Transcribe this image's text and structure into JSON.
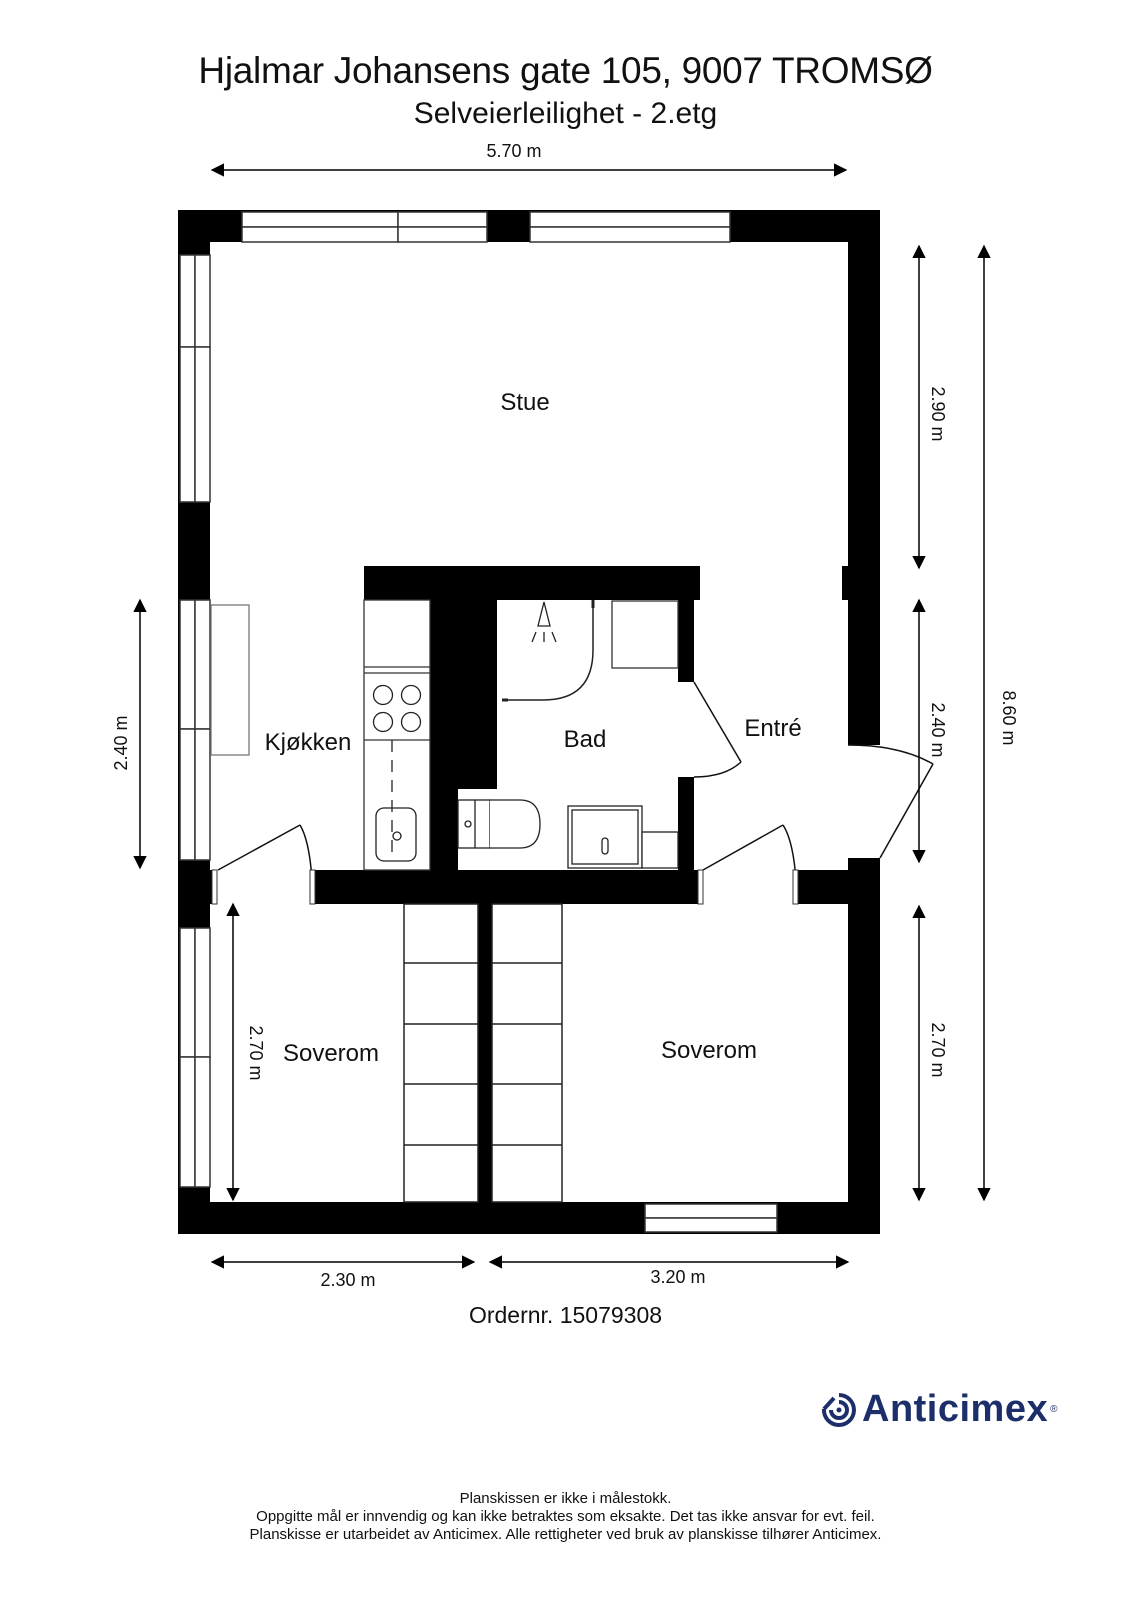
{
  "header": {
    "address": "Hjalmar Johansens gate 105, 9007 TROMSØ",
    "subtitle": "Selveierleilighet - 2.etg"
  },
  "rooms": {
    "stue": "Stue",
    "kjokken": "Kjøkken",
    "bad": "Bad",
    "entre": "Entré",
    "soverom_left": "Soverom",
    "soverom_right": "Soverom"
  },
  "dimensions": {
    "top_width": "5.70 m",
    "right_stue": "2.90 m",
    "right_entre": "2.40 m",
    "right_soverom": "2.70 m",
    "right_total": "8.60 m",
    "left_kjokken": "2.40 m",
    "left_soverom_height": "2.70 m",
    "bottom_left": "2.30 m",
    "bottom_right": "3.20 m"
  },
  "footer": {
    "order_number": "Ordernr. 15079308",
    "logo_text": "Anticimex",
    "logo_registered": "®",
    "disclaimer_line1": "Planskissen er ikke i målestokk.",
    "disclaimer_line2": "Oppgitte mål er innvendig og kan ikke betraktes som eksakte. Det tas ikke ansvar for evt. feil.",
    "disclaimer_line3": "Planskisse er utarbeidet av Anticimex. Alle rettigheter ved bruk av planskisse tilhører Anticimex."
  },
  "colors": {
    "wall": "#000000",
    "brand": "#1d2f6b"
  }
}
